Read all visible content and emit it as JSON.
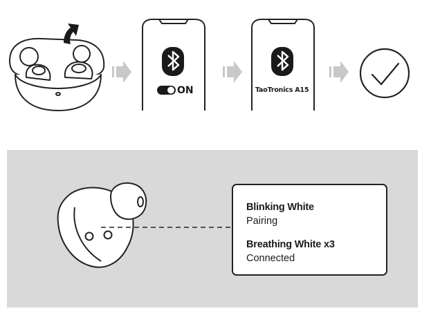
{
  "steps": {
    "phone_toggle_label": "ON",
    "phone_device_label": "TaoTronics A15"
  },
  "status_legend": [
    {
      "title": "Blinking White",
      "description": "Pairing"
    },
    {
      "title": "Breathing White x3",
      "description": "Connected"
    }
  ],
  "colors": {
    "line": "#222222",
    "arrow": "#c8c8c8",
    "panel": "#d9d9d9"
  },
  "icons": [
    "charging-case-icon",
    "open-lid-arrow-icon",
    "bluetooth-icon",
    "toggle-switch-icon",
    "checkmark-icon",
    "earbud-icon"
  ]
}
